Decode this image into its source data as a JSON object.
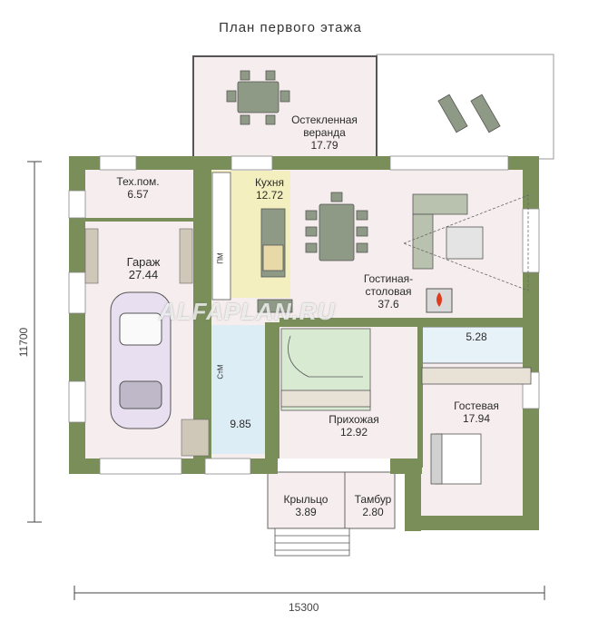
{
  "title": "План первого этажа",
  "watermark": "ALFAPLAN.RU",
  "dimensions": {
    "width": "15300",
    "height": "11700"
  },
  "rooms": {
    "veranda": {
      "name": "Остекленная\nверанда",
      "area": "17.79"
    },
    "tech": {
      "name": "Тех.пом.",
      "area": "6.57"
    },
    "kitchen": {
      "name": "Кухня",
      "area": "12.72"
    },
    "garage": {
      "name": "Гараж",
      "area": "27.44"
    },
    "living": {
      "name": "Гостиная-\nстоловая",
      "area": "37.6"
    },
    "bath": {
      "area": "5.28"
    },
    "storage": {
      "area": "9.85"
    },
    "hall": {
      "name": "Прихожая",
      "area": "12.92"
    },
    "guest": {
      "name": "Гостевая",
      "area": "17.94"
    },
    "porch": {
      "name": "Крыльцо",
      "area": "3.89"
    },
    "vestibule": {
      "name": "Тамбур",
      "area": "2.80"
    }
  },
  "appliance_labels": {
    "pm": "ПМ",
    "sm": "СтМ"
  },
  "colors": {
    "wall": "#7a8e5a",
    "kitchen_floor": "#f4efbe",
    "storage_floor": "#dcedf6",
    "room_floor": "#f6eeee",
    "hall_floor": "#f2eded",
    "stair_floor": "#d9ead3"
  }
}
